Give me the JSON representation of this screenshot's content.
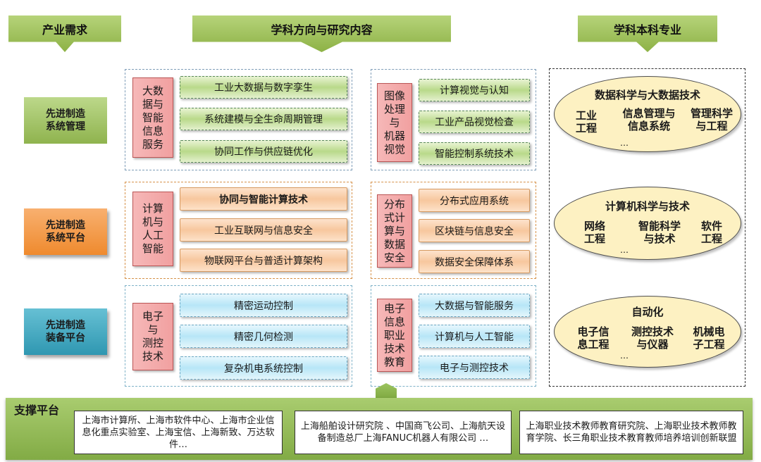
{
  "headers": {
    "industry": "产业需求",
    "research": "学科方向与研究内容",
    "majors": "学科本科专业"
  },
  "demands": [
    {
      "label": "先进制造\n系统管理",
      "color": "green"
    },
    {
      "label": "先进制造\n系统平台",
      "color": "orange"
    },
    {
      "label": "先进制造\n装备平台",
      "color": "blue"
    }
  ],
  "directions": [
    {
      "label": "大数\n据与\n智能\n信息\n服务",
      "items": [
        "工业大数据与数字孪生",
        "系统建模与全生命周期管理",
        "协同工作与供应链优化"
      ]
    },
    {
      "label": "图像\n处理\n与\n机器\n视觉",
      "items": [
        "计算视觉与认知",
        "工业产品视觉检查",
        "智能控制系统技术"
      ]
    },
    {
      "label": "计算\n机与\n人工\n智能",
      "items": [
        "协同与智能计算技术",
        "工业互联网与信息安全",
        "物联网平台与普适计算架构"
      ]
    },
    {
      "label": "分布\n式计\n算与\n数据\n安全",
      "items": [
        "分布式应用系统",
        "区块链与信息安全",
        "数据安全保障体系"
      ]
    },
    {
      "label": "电子\n与\n测控\n技术",
      "items": [
        "精密运动控制",
        "精密几何检测",
        "复杂机电系统控制"
      ]
    },
    {
      "label": "电子\n信息\n职业\n技术\n教育",
      "items": [
        "大数据与智能服务",
        "计算机与人工智能",
        "电子与测控技术"
      ]
    }
  ],
  "disciplines": [
    {
      "title": "数据科学与大数据技术",
      "majors": [
        "工业\n工程",
        "信息管理与\n信息系统",
        "管理科学\n与工程"
      ],
      "more": "…"
    },
    {
      "title": "计算机科学与技术",
      "majors": [
        "网络\n工程",
        "智能科学\n与技术",
        "软件\n工程"
      ],
      "more": "…"
    },
    {
      "title": "自动化",
      "majors": [
        "电子信\n息工程",
        "测控技术\n与仪器",
        "机械电\n子工程"
      ],
      "more": "…"
    }
  ],
  "support": {
    "title": "支撑平台",
    "boxes": [
      "上海市计算所、上海市软件中心、上海市企业信息化重点实验室、上海宝信、上海新致、万达软件…",
      "上海船舶设计研究院 、中国商飞公司、上海航天设备制造总厂上海FANUC机器人有限公司 …",
      "上海职业技术教师教育研究院、上海职业技术教师教育学院、长三角职业技术教育教师培养培训创新联盟"
    ]
  }
}
